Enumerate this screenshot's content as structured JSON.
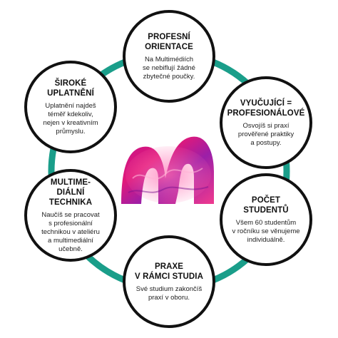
{
  "diagram": {
    "colors": {
      "ring": "#1a9e8a",
      "border": "#111111",
      "logo_primary": "#e0197a",
      "logo_secondary": "#9b1fa8"
    },
    "logo_icon": "multimedia-m-logo",
    "nodes": [
      {
        "id": "top",
        "title": "PROFESNÍ\nORIENTACE",
        "text": "Na Multimédiích\nse nebiflují žádné\nzbytečné poučky."
      },
      {
        "id": "tl",
        "title": "ŠIROKÉ\nUPLATNĚNÍ",
        "text": "Uplatnění najdeš\ntéměř kdekoliv,\nnejen v kreativním\nprůmyslu."
      },
      {
        "id": "tr",
        "title": "VYUČUJÍCÍ =\nPROFESIONÁLOVÉ",
        "text": "Osvojíš si praxí\nprověřené praktiky\na postupy."
      },
      {
        "id": "bl",
        "title": "MULTIME-\nDIÁLNÍ TECHNIKA",
        "text": "Naučíš se pracovat\ns profesionální\ntechnikou v ateliéru\na multimediální\nučebně."
      },
      {
        "id": "br",
        "title": "POČET\nSTUDENTŮ",
        "text": "Všem 60 studentům\nv ročníku se věnujeme\nindividuálně."
      },
      {
        "id": "bottom",
        "title": "PRAXE\nV RÁMCI STUDIA",
        "text": "Své studium zakončíš\npraxí v oboru."
      }
    ]
  }
}
